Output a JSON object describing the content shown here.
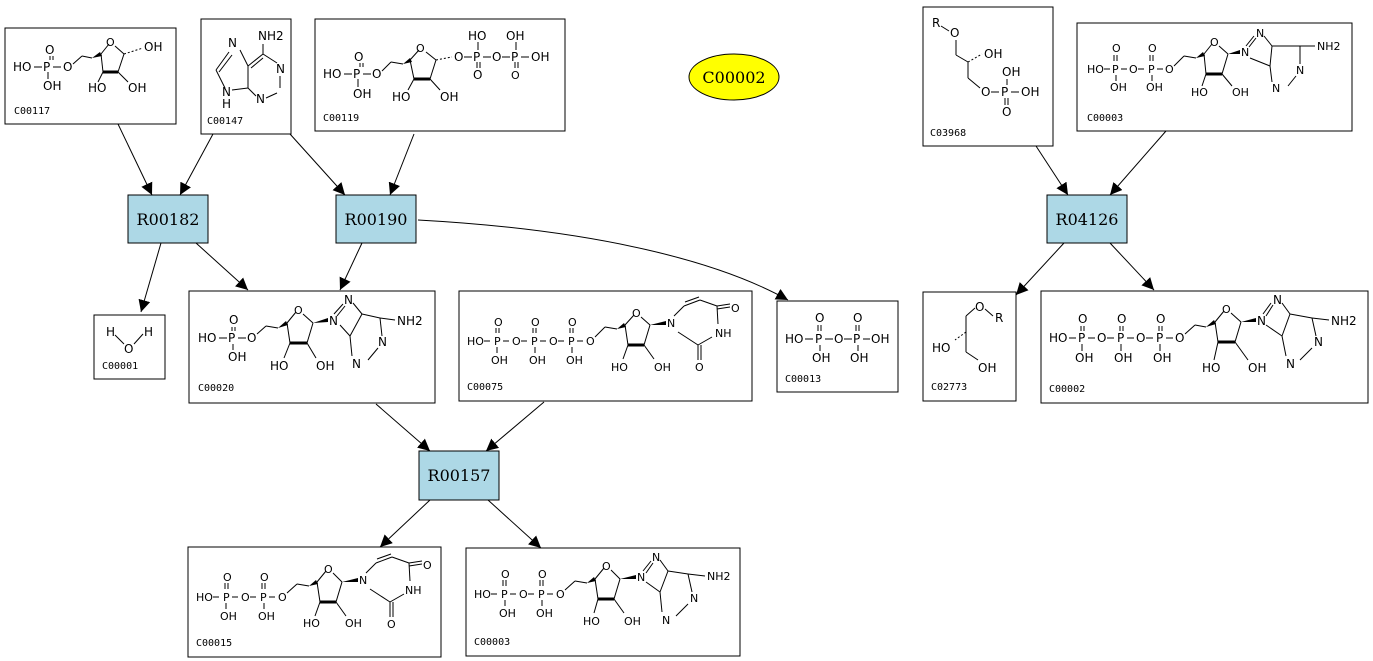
{
  "focus_compound": {
    "label": "C00002",
    "color": "#ffff00"
  },
  "reactions": {
    "r00182": "R00182",
    "r00190": "R00190",
    "r00157": "R00157",
    "r04126": "R04126",
    "color": "#add8e6"
  },
  "compounds": {
    "c00117": {
      "id": "C00117",
      "atoms": [
        "HO",
        "P",
        "O",
        "OH",
        "O",
        "OH",
        "HO",
        "OH"
      ]
    },
    "c00147": {
      "id": "C00147",
      "atoms": [
        "NH2",
        "N",
        "N",
        "N",
        "N",
        "H"
      ]
    },
    "c00119": {
      "id": "C00119",
      "atoms": [
        "HO",
        "P",
        "O",
        "OH",
        "O",
        "O",
        "P",
        "O",
        "P",
        "OH",
        "HO",
        "OH",
        "HO",
        "OH",
        "O",
        "O",
        "O"
      ]
    },
    "c03968": {
      "id": "C03968",
      "atoms": [
        "R",
        "O",
        "OH",
        "O",
        "P",
        "OH",
        "OH",
        "O"
      ]
    },
    "c00003_top": {
      "id": "C00003",
      "atoms": [
        "HO",
        "P",
        "O",
        "P",
        "O",
        "O",
        "OH",
        "OH",
        "O",
        "O",
        "N",
        "N",
        "N",
        "N",
        "NH2",
        "HO",
        "OH"
      ]
    },
    "c00001": {
      "id": "C00001",
      "atoms": [
        "H",
        "O",
        "H"
      ]
    },
    "c00020": {
      "id": "C00020",
      "atoms": [
        "HO",
        "P",
        "O",
        "OH",
        "O",
        "O",
        "N",
        "N",
        "N",
        "N",
        "NH2",
        "HO",
        "OH"
      ]
    },
    "c00075": {
      "id": "C00075",
      "atoms": [
        "HO",
        "P",
        "O",
        "P",
        "O",
        "P",
        "O",
        "OH",
        "OH",
        "OH",
        "O",
        "O",
        "O",
        "O",
        "N",
        "NH",
        "O",
        "HO",
        "OH"
      ]
    },
    "c00013": {
      "id": "C00013",
      "atoms": [
        "HO",
        "P",
        "O",
        "P",
        "OH",
        "OH",
        "OH",
        "O",
        "O"
      ]
    },
    "c02773": {
      "id": "C02773",
      "atoms": [
        "O",
        "R",
        "HO",
        "OH"
      ]
    },
    "c00002": {
      "id": "C00002",
      "atoms": [
        "HO",
        "P",
        "O",
        "P",
        "O",
        "P",
        "O",
        "OH",
        "OH",
        "OH",
        "O",
        "O",
        "O",
        "O",
        "N",
        "N",
        "N",
        "N",
        "NH2",
        "HO",
        "OH"
      ]
    },
    "c00015": {
      "id": "C00015",
      "atoms": [
        "HO",
        "P",
        "O",
        "P",
        "O",
        "OH",
        "OH",
        "O",
        "O",
        "O",
        "N",
        "NH",
        "O",
        "O",
        "HO",
        "OH"
      ]
    },
    "c00003_bottom": {
      "id": "C00003",
      "atoms": [
        "HO",
        "P",
        "O",
        "P",
        "O",
        "OH",
        "OH",
        "O",
        "O",
        "O",
        "N",
        "N",
        "N",
        "N",
        "NH2",
        "HO",
        "OH"
      ]
    }
  }
}
